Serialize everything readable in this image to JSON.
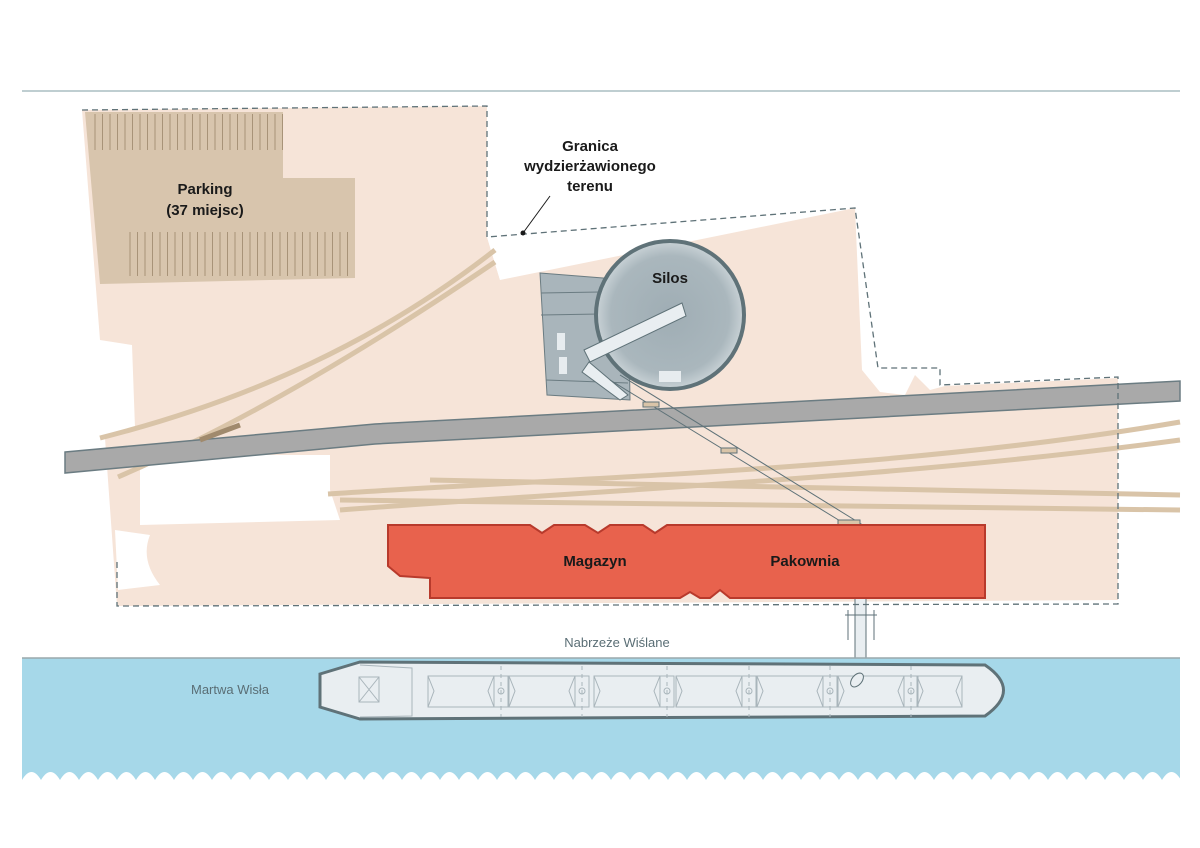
{
  "labels": {
    "parking_line1": "Parking",
    "parking_line2": "(37 miejsc)",
    "boundary_line1": "Granica",
    "boundary_line2": "wydzierżawionego",
    "boundary_line3": "terenu",
    "silo": "Silos",
    "warehouse": "Magazyn",
    "packing": "Pakownia",
    "quay": "Nabrzeże Wiślane",
    "river": "Martwa Wisła"
  },
  "colors": {
    "site": "#f6e4d8",
    "parking": "#d8c5ad",
    "rail": "#d9c4a8",
    "road": "#a9a9a9",
    "warehouse": "#e8624d",
    "water": "#a6d8e9",
    "silo": "#a7b4ba"
  }
}
